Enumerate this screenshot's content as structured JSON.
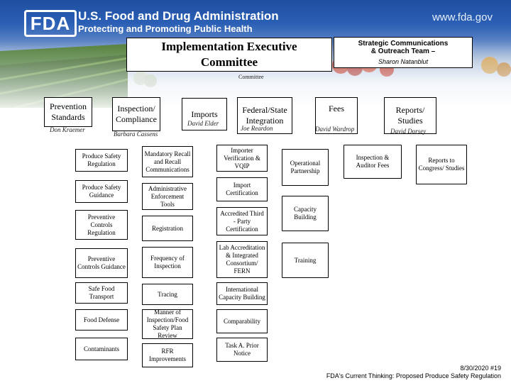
{
  "header": {
    "logo_text": "FDA",
    "agency": "U.S. Food and Drug Administration",
    "tagline": "Protecting and Promoting Public Health",
    "url": "www.fda.gov"
  },
  "implementation_committee": {
    "title_line1": "Implementation Executive",
    "title_line2": "Committee",
    "ghost_text": "Committee"
  },
  "strategic_comms": {
    "title_line1": "Strategic Communications",
    "title_line2": "& Outreach Team –",
    "lead": "Sharon Natanblut"
  },
  "departments": {
    "prevention": {
      "name_line1": "Prevention",
      "name_line2": "Standards",
      "lead": "Don Kraemer"
    },
    "inspection": {
      "name_line1": "Inspection/",
      "name_line2": "Compliance",
      "lead": "Barbara Cassens"
    },
    "imports": {
      "name": "Imports",
      "lead": "David Elder"
    },
    "federal": {
      "name_line1": "Federal/State",
      "name_line2": "Integration",
      "lead": "Joe Reardon"
    },
    "fees": {
      "name": "Fees",
      "lead": "David Wardrop"
    },
    "reports": {
      "name_line1": "Reports/",
      "name_line2": "Studies",
      "lead": "David Dorsey"
    }
  },
  "tasks": {
    "prevention": [
      "Produce Safety Regulation",
      "Produce Safety Guidance",
      "Preventive Controls Regulation",
      "Preventive Controls Guidance",
      "Safe Food Transport",
      "Food Defense",
      "Contaminants"
    ],
    "inspection": [
      "Mandatory Recall and Recall Communications",
      "Administrative Enforcement Tools",
      "Registration",
      "Frequency of Inspection",
      "Tracing",
      "Manner of Inspection/Food Safety Plan Review",
      "RFR Improvements"
    ],
    "imports": [
      "Importer Verification & VQIP",
      "Import Certification",
      "Accredited Third - Party Certification",
      "Lab Accreditation & Integrated Consortium/ FERN",
      "International Capacity Building",
      "Comparability",
      "Task A. Prior Notice"
    ],
    "federal": [
      "Operational Partnership",
      "Capacity Building",
      "Training"
    ],
    "fees": [
      "Inspection & Auditor Fees"
    ],
    "reports": [
      "Reports to Congress/ Studies"
    ]
  },
  "footer": {
    "date": "8/30/2020 #19",
    "caption": "FDA's Current Thinking: Proposed Produce Safety Regulation"
  }
}
